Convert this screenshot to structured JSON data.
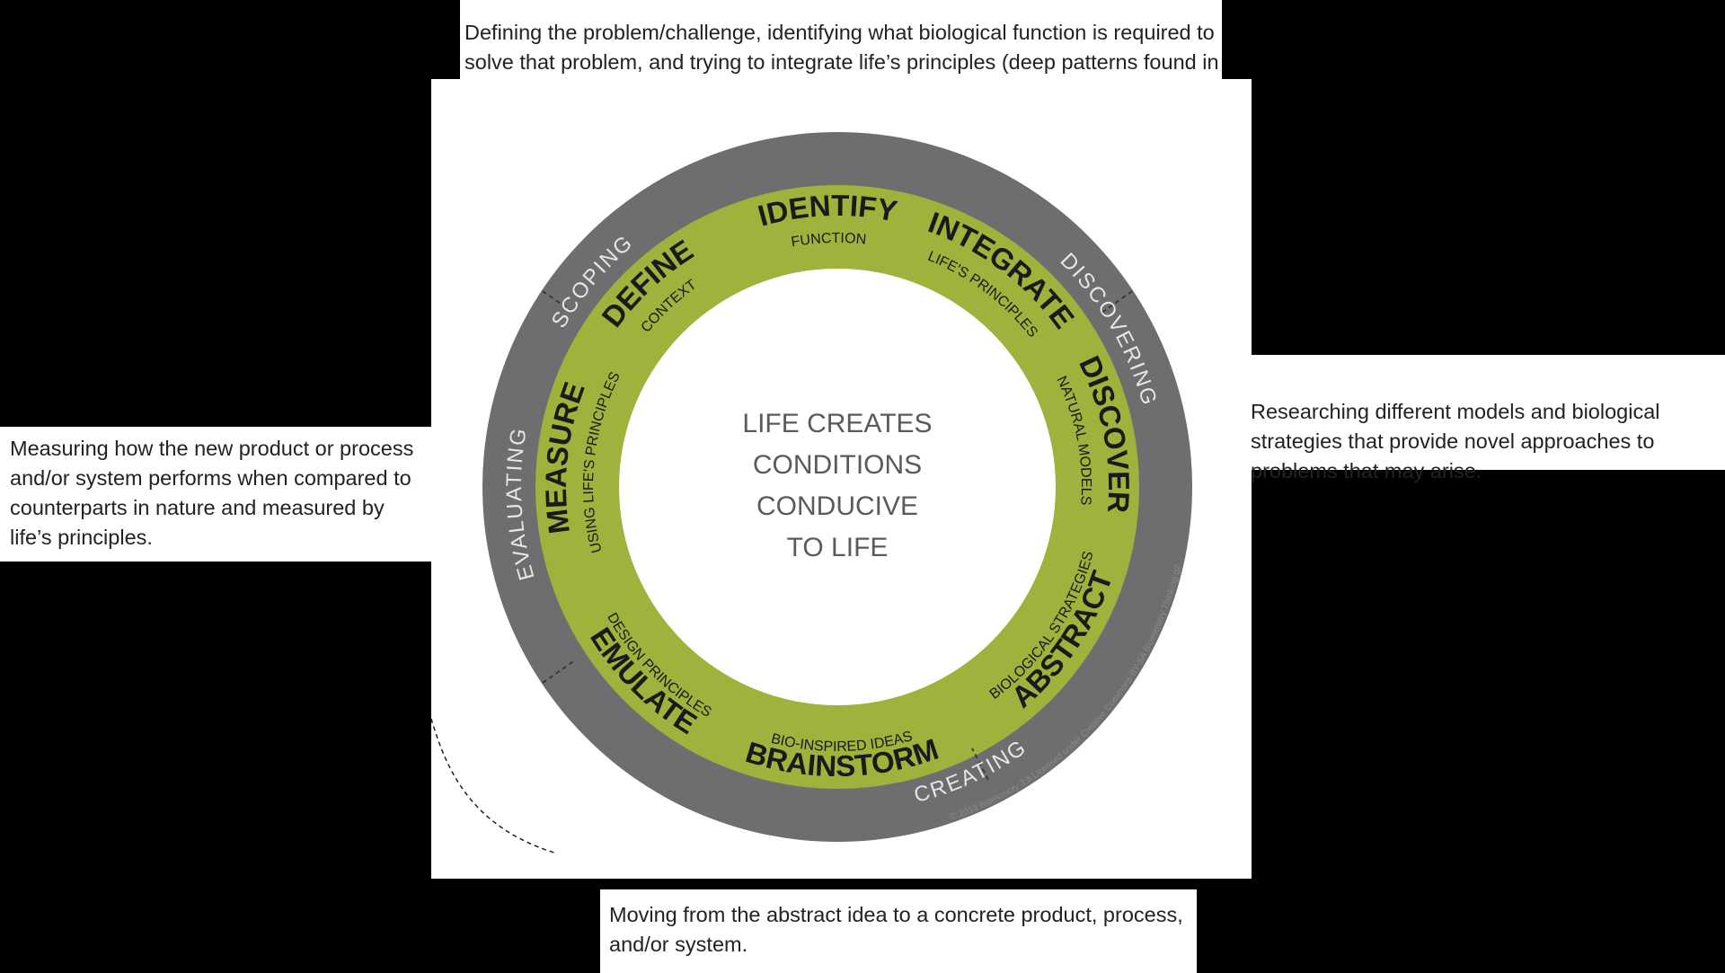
{
  "captions": {
    "top": "Defining the problem/challenge, identifying what biological function is required to solve that problem, and trying to integrate life’s principles (deep patterns   found in nature) into the design.",
    "right": "Researching different models and biological strategies that provide novel approaches to problems that may arise.",
    "left": "Measuring how the new product or process and/or system performs when compared to counterparts in nature and measured by life’s principles.",
    "bottom": "Moving from the abstract idea to a concrete product, process, and/or system."
  },
  "center_text": [
    "LIFE CREATES",
    "CONDITIONS",
    "CONDUCIVE",
    "TO LIFE"
  ],
  "phases": {
    "scoping": "SCOPING",
    "discovering": "DISCOVERING",
    "creating": "CREATING",
    "evaluating": "EVALUATING"
  },
  "steps": {
    "define": {
      "title": "DEFINE",
      "sub": "CONTEXT"
    },
    "identify": {
      "title": "IDENTIFY",
      "sub": "FUNCTION"
    },
    "integrate": {
      "title": "INTEGRATE",
      "sub": "LIFE'S PRINCIPLES"
    },
    "discover": {
      "title": "DISCOVER",
      "sub": "NATURAL MODELS"
    },
    "abstract": {
      "title": "ABSTRACT",
      "sub": "BIOLOGICAL STRATEGIES"
    },
    "brainstorm": {
      "title": "BRAINSTORM",
      "sub": "BIO-INSPIRED IDEAS"
    },
    "emulate": {
      "title": "EMULATE",
      "sub": "DESIGN PRINCIPLES"
    },
    "measure": {
      "title": "MEASURE",
      "sub": "USING LIFE'S PRINCIPLES"
    }
  },
  "copyright": "© 2013 Biomimicry 3.8   Licensed under Creative Commons BY-SA  Biomimicry Thinking g2",
  "colors": {
    "outer_ring": "#6d6e70",
    "inner_ring": "#a0b13c",
    "phase_text": "#e6e6e6",
    "step_text": "#1a1a1a",
    "center_text": "#5a5a5a"
  }
}
